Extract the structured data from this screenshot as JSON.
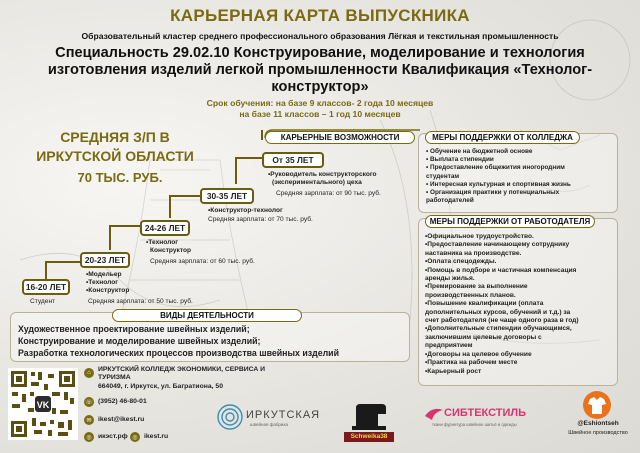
{
  "title": "КАРЬЕРНАЯ КАРТА ВЫПУСКНИКА",
  "cluster": "Образовательный кластер среднего профессионального образования Лёгкая и текстильная промышленность",
  "specialty": "Специальность 29.02.10 Конструирование, моделирование и технология изготовления изделий легкой промышленности Квалификация «Технолог-конструктор»",
  "term_line1": "Срок обучения: на базе 9 классов- 2 года 10 месяцев",
  "term_line2": "на базе 11 классов – 1 год 10 месяцев",
  "salary_heading": "СРЕДНЯЯ З/П В ИРКУТСКОЙ ОБЛАСТИ",
  "salary_value": "70 ТЫС. РУБ.",
  "career_heading": "КАРЬЕРНЫЕ ВОЗМОЖНОСТИ",
  "career_steps": [
    {
      "age": "16-20 ЛЕТ",
      "roles": [
        "Студент"
      ],
      "salary": ""
    },
    {
      "age": "20-23 ЛЕТ",
      "roles": [
        "•Модельер",
        "•Технолог",
        "•Конструктор"
      ],
      "salary": "Средняя зарплата: от 50 тыс. руб."
    },
    {
      "age": "24-26 ЛЕТ",
      "roles": [
        "•Технолог",
        "Конструктор"
      ],
      "salary": "Средняя зарплата: от 60 тыс. руб."
    },
    {
      "age": "30-35 ЛЕТ",
      "roles": [
        "•Конструктор-технолог"
      ],
      "salary": "Средняя зарплата: от 70 тыс. руб."
    },
    {
      "age": "От 35 ЛЕТ",
      "roles": [
        "•Руководитель конструкторского",
        "(экспериментального) цеха"
      ],
      "salary": "Средняя зарплата: от 90 тыс. руб."
    }
  ],
  "college_heading": "МЕРЫ ПОДДЕРЖКИ ОТ КОЛЛЕДЖА",
  "college_items": [
    "• Обучение на бюджетной основе",
    "• Выплата стипендии",
    "• Предоставление общежития иногородним",
    "  студентам",
    "• Интересная культурная и спортивная жизнь",
    "• Организация практики у потенциальных",
    "  работодателей"
  ],
  "employer_heading": "МЕРЫ ПОДДЕРЖКИ ОТ РАБОТОДАТЕЛЯ",
  "employer_items": [
    "•Официальное трудоустройство.",
    "•Предоставление начинающему сотруднику",
    "наставника на производстве.",
    "•Оплата спецодежды.",
    "•Помощь в подборе и частичная компенсация",
    "аренды жилья.",
    "•Премирование за выполнение",
    "производственных планов.",
    "•Повышение квалификации (оплата",
    "дополнительных курсов, обучений и т.д.)  за",
    "счет работодателя (не чаще одного раза в год)",
    "•Дополнительные стипендии обучающимся,",
    "заключившим целевые договоры с",
    "предприятием",
    "•Договоры на целевое обучение",
    "•Практика на рабочем месте",
    "•Карьерный рост"
  ],
  "activities_heading": "ВИДЫ ДЕЯТЕЛЬНОСТИ",
  "activities": [
    "Художественное проектирование швейных изделий;",
    "Конструирование и моделирование швейных изделий;",
    "Разработка технологических процессов производства швейных изделий"
  ],
  "contacts": {
    "college_name_1": "ИРКУТСКИЙ КОЛЛЕДЖ ЭКОНОМИКИ, СЕРВИСА И",
    "college_name_2": "ТУРИЗМА",
    "address": "664049, г. Иркутск, ул. Багратиона, 50",
    "phone": "(3952) 46-80-01",
    "email": "ikest@ikest.ru",
    "site_rf": "икэст.рф",
    "site": "ikest.ru"
  },
  "partners": {
    "irkutskaya": "ИРКУТСКАЯ",
    "irkutskaya_sub": "швейная фабрика",
    "schweika": "Schweika38",
    "sibtextil": "СИБТЕКСТИЛЬ",
    "sibtextil_sub": "ткани фурнитура швейное шитьё и одежды",
    "eshiontseh": "@Eshiontseh",
    "eshiontseh_sub": "Швейное производство"
  },
  "colors": {
    "accent": "#7a6a12",
    "text": "#111111"
  }
}
